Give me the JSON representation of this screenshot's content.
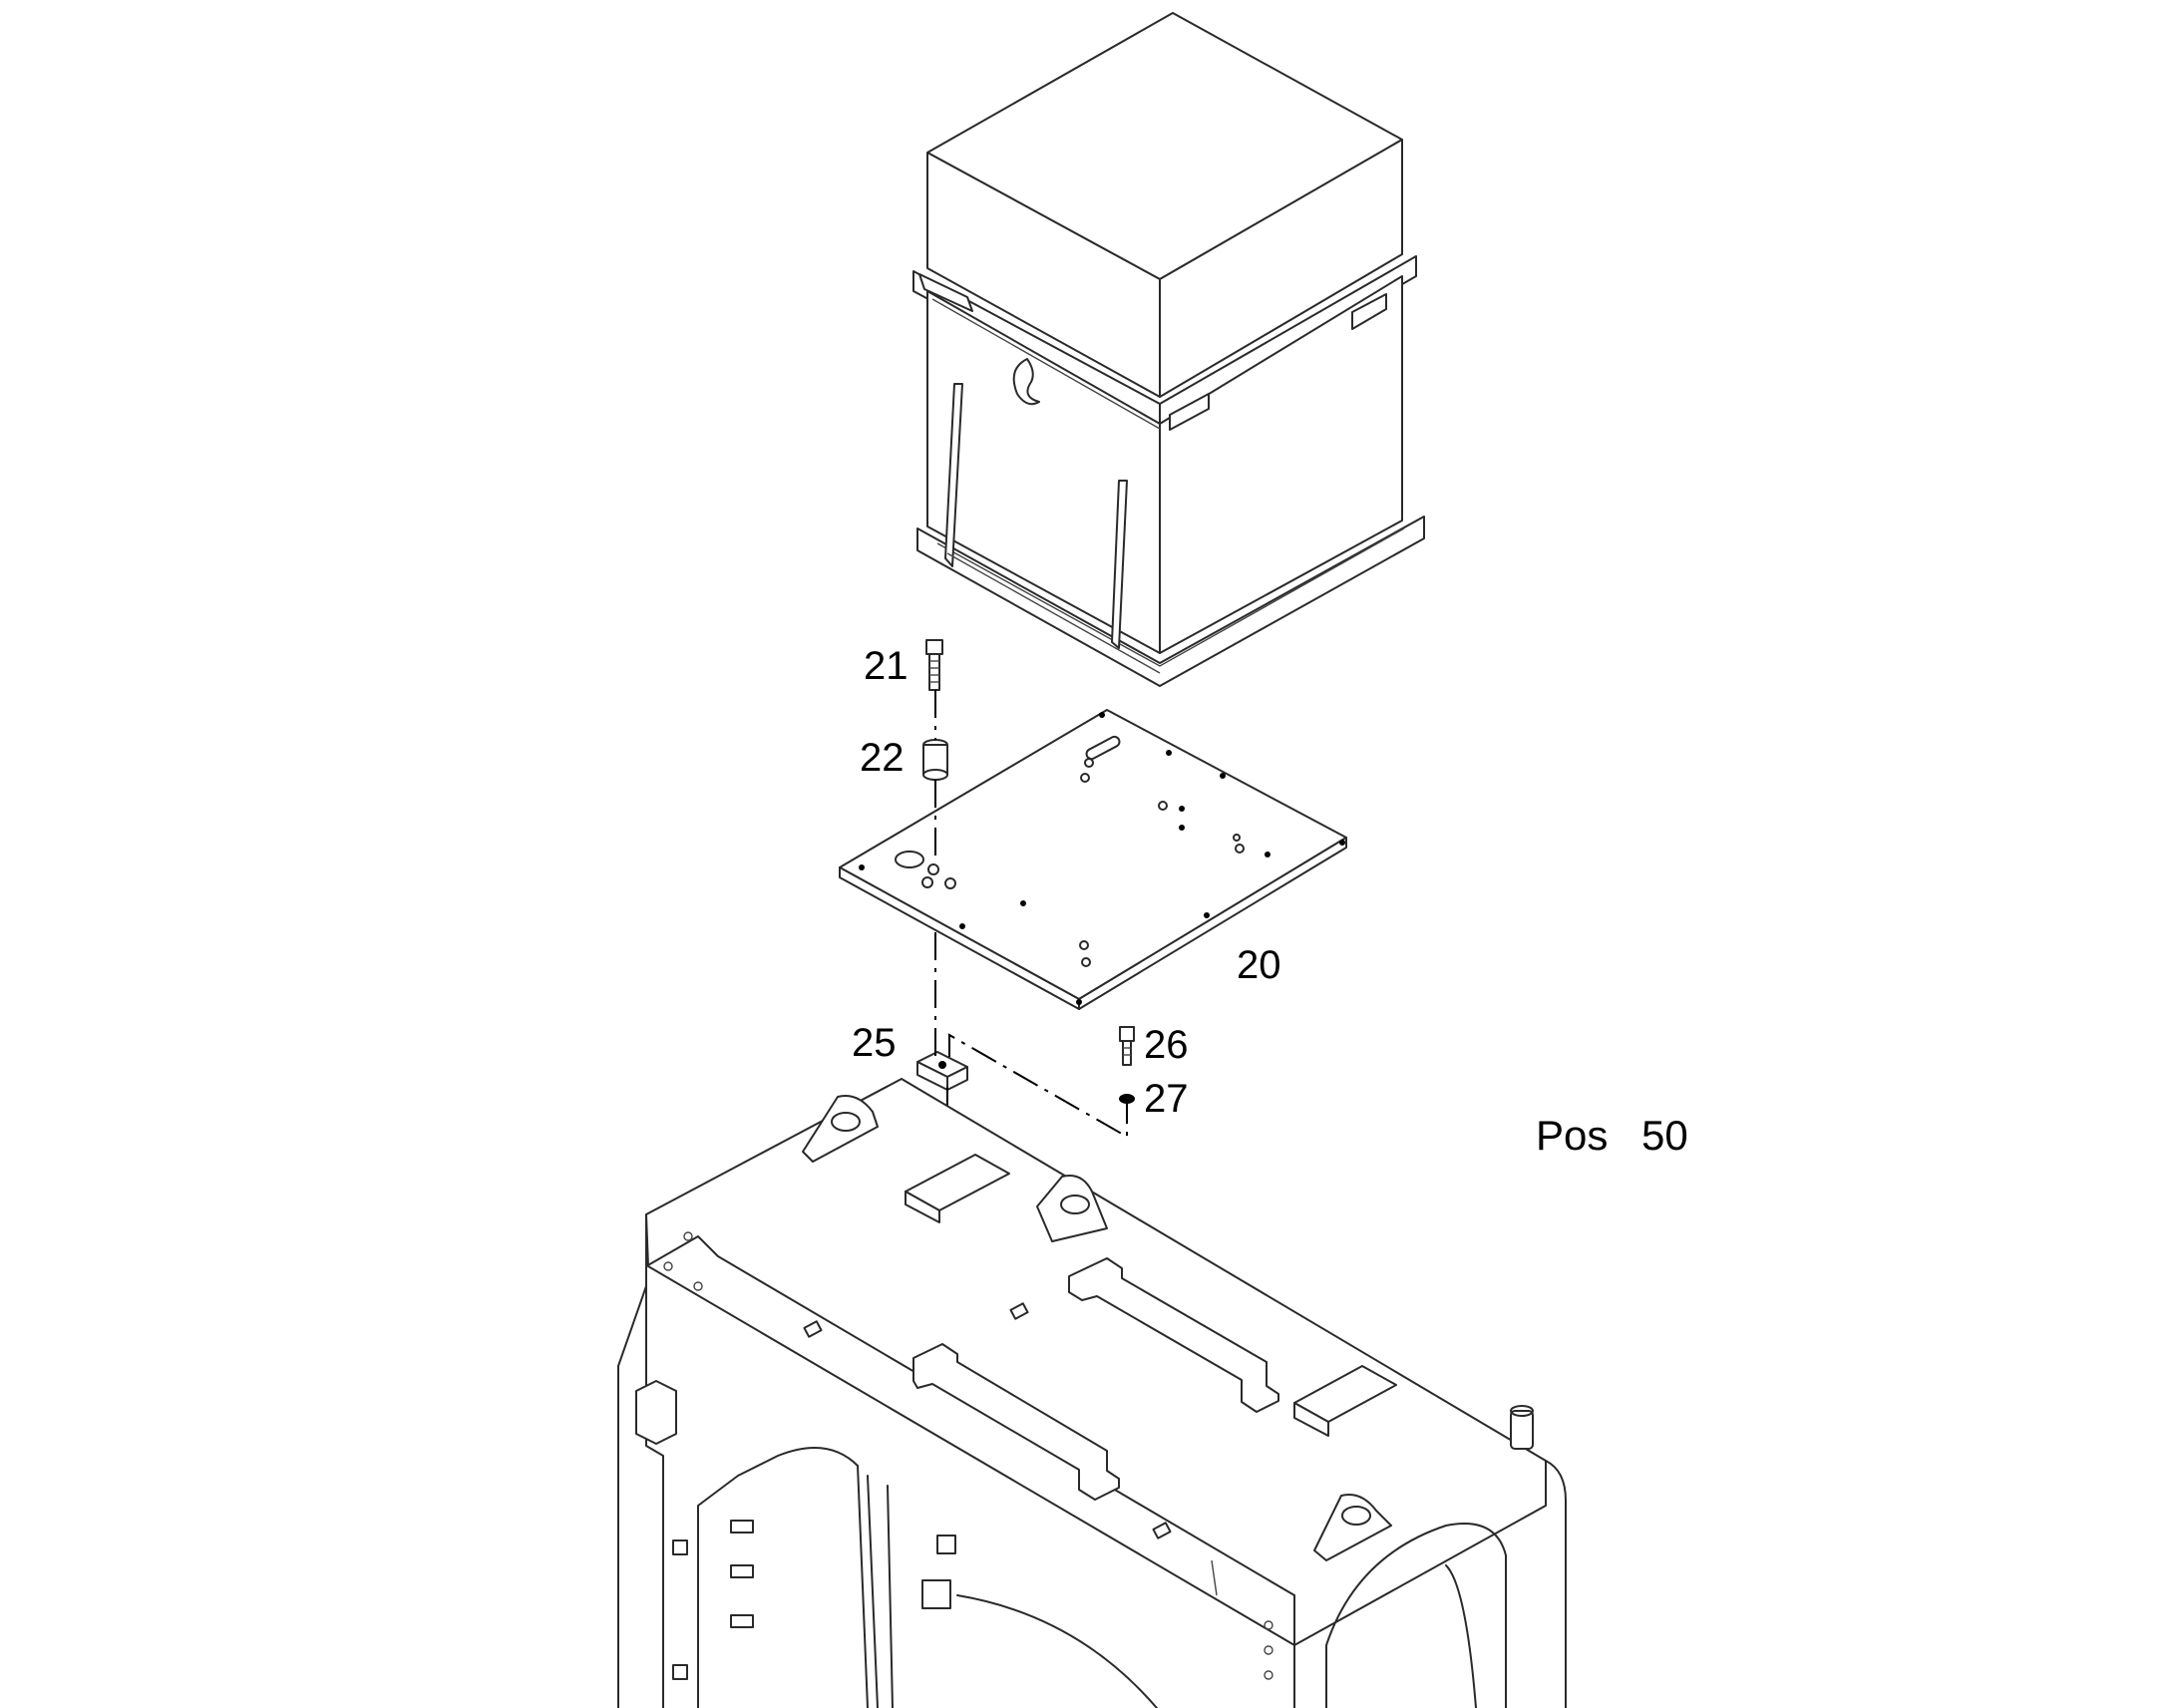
{
  "callouts": {
    "c20": "20",
    "c21": "21",
    "c22": "22",
    "c25": "25",
    "c26": "26",
    "c27": "27"
  },
  "position": {
    "label": "Pos",
    "number": "50"
  },
  "colors": {
    "background": "#ffffff",
    "line": "#2a2a2a"
  }
}
